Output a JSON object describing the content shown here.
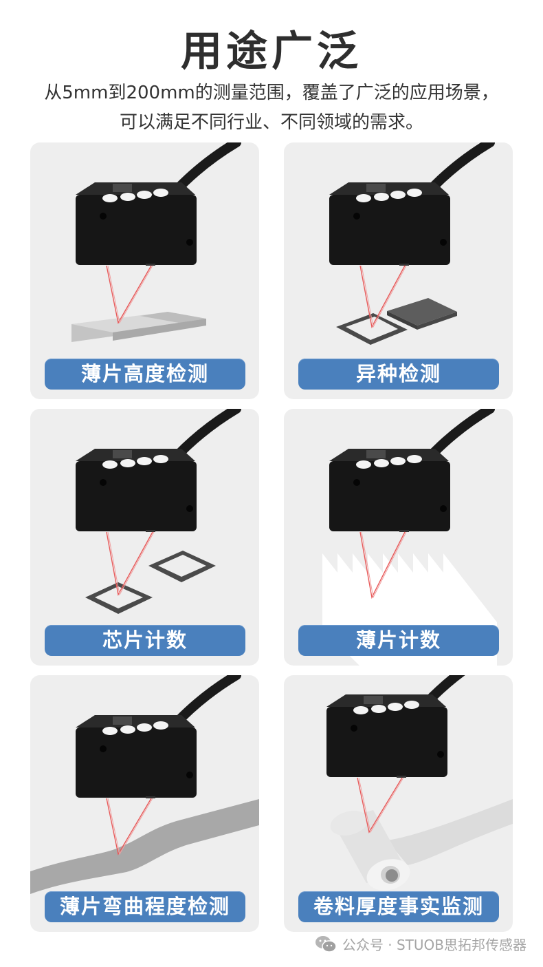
{
  "header": {
    "title": "用途广泛",
    "subtitle_line1": "从5mm到200mm的测量范围，覆盖了广泛的应用场景，",
    "subtitle_line2": "可以满足不同行业、不同领域的需求。"
  },
  "cards": [
    {
      "label": "薄片高度检测",
      "scene": "stepped-sheets"
    },
    {
      "label": "异种检测",
      "scene": "two-chips"
    },
    {
      "label": "芯片计数",
      "scene": "chip-count"
    },
    {
      "label": "薄片计数",
      "scene": "stacked-sheets"
    },
    {
      "label": "薄片弯曲程度检测",
      "scene": "bent-strip"
    },
    {
      "label": "卷料厚度事实监测",
      "scene": "roll-material"
    }
  ],
  "footer": {
    "icon": "wechat-icon",
    "text": "公众号 · STUOB思拓邦传感器"
  },
  "colors": {
    "label_bg": "#4a80bd",
    "card_bg": "#eeeeee",
    "title": "#2e2e2e",
    "laser": "#e85a5a"
  }
}
